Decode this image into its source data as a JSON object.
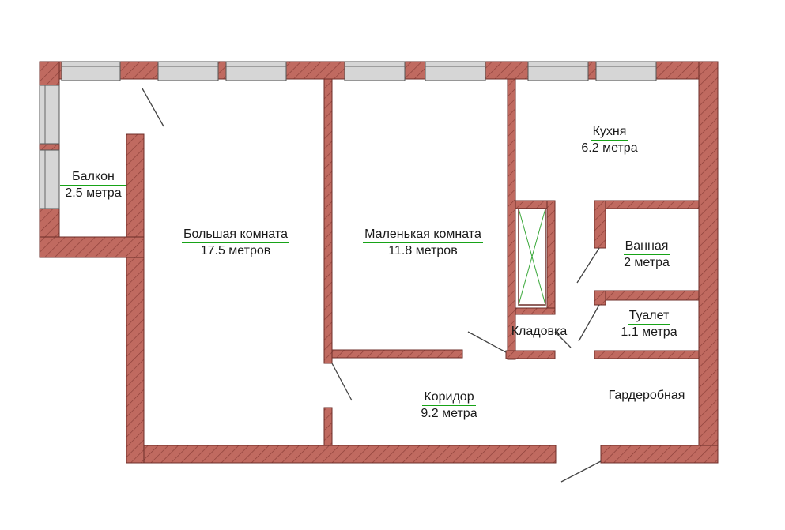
{
  "colors": {
    "wall": "#c06a60",
    "hatch": "#7a3530",
    "window": "#c9c9c9",
    "underline": "#17a317",
    "storage_cross": "#3aa83a"
  },
  "rooms": [
    {
      "id": "balcony",
      "name": "Балкон",
      "area": "2.5 метра"
    },
    {
      "id": "big",
      "name": "Большая комната",
      "area": "17.5 метров"
    },
    {
      "id": "small",
      "name": "Маленькая комната",
      "area": "11.8 метров"
    },
    {
      "id": "kitchen",
      "name": "Кухня",
      "area": "6.2 метра"
    },
    {
      "id": "bath",
      "name": "Ванная",
      "area": "2 метра"
    },
    {
      "id": "toilet",
      "name": "Туалет",
      "area": "1.1 метра"
    },
    {
      "id": "pantry",
      "name": "Кладовка",
      "area": ""
    },
    {
      "id": "corridor",
      "name": "Коридор",
      "area": "9.2 метра"
    },
    {
      "id": "wardrobe",
      "name": "Гардеробная",
      "area": ""
    }
  ]
}
